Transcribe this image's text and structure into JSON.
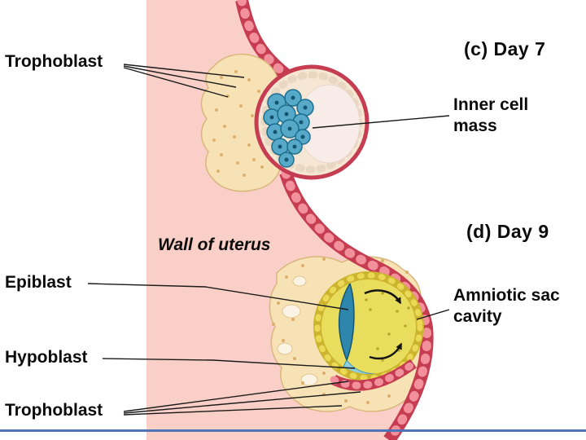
{
  "diagram": {
    "wall_of_uterus": "Wall of uterus",
    "panel_c": {
      "day_label": "(c) Day 7",
      "labels": {
        "trophoblast": "Trophoblast",
        "inner_cell_mass": "Inner cell mass"
      }
    },
    "panel_d": {
      "day_label": "(d) Day 9",
      "labels": {
        "epiblast": "Epiblast",
        "hypoblast": "Hypoblast",
        "trophoblast": "Trophoblast",
        "amniotic_sac_cavity": "Amniotic sac cavity"
      }
    }
  },
  "colors": {
    "uterus_wall": "#f9cfc7",
    "epithelium_cell": "#f2919b",
    "epithelium_outline": "#c63d52",
    "trophoblast_mass": "#f6e2b4",
    "inner_cell_mass_blue": "#57a9c9",
    "amniotic_cavity_yellow": "#e9dd5e",
    "epiblast_blue": "#2f86ad",
    "hypoblast_blue": "#8fd0e0",
    "bottom_rule_blue": "#4f74b8"
  }
}
